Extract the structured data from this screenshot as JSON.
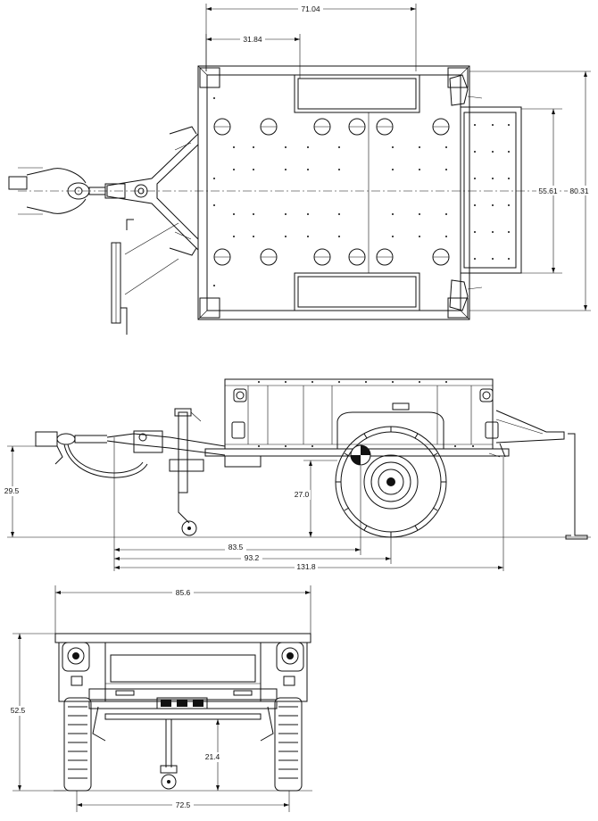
{
  "top_view": {
    "dims": {
      "overall_length": "71.04",
      "inner_length": "31.84",
      "inner_width": "55.61",
      "overall_width": "80.31"
    }
  },
  "side_view": {
    "dims": {
      "hitch_height": "29.5",
      "axle_height": "27.0",
      "to_axle": "83.5",
      "to_tire_rear": "93.2",
      "overall_length": "131.8"
    }
  },
  "rear_view": {
    "dims": {
      "overall_width": "85.6",
      "overall_height": "52.5",
      "ground_clearance": "21.4",
      "track_width": "72.5"
    }
  }
}
